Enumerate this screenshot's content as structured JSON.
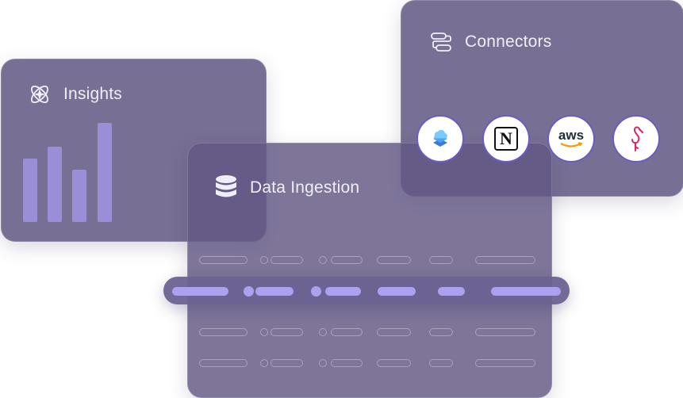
{
  "insights": {
    "title": "Insights",
    "icon": "sparkle-atom-icon",
    "bar_values": [
      0.65,
      0.77,
      0.53,
      1.0
    ]
  },
  "connectors": {
    "title": "Connectors",
    "icon": "connector-flow-icon",
    "logos": [
      {
        "name": "icloud-stack-logo",
        "text": ""
      },
      {
        "name": "notion-logo",
        "text": "N"
      },
      {
        "name": "aws-logo",
        "text": "aws"
      },
      {
        "name": "flamingo-logo",
        "text": ""
      }
    ]
  },
  "ingestion": {
    "title": "Data Ingestion",
    "icon": "database-icon"
  },
  "colors": {
    "card": "#625782",
    "accent": "#aaa1ef",
    "bar": "#9a8fd6",
    "logo_border": "#6b5cc0"
  }
}
